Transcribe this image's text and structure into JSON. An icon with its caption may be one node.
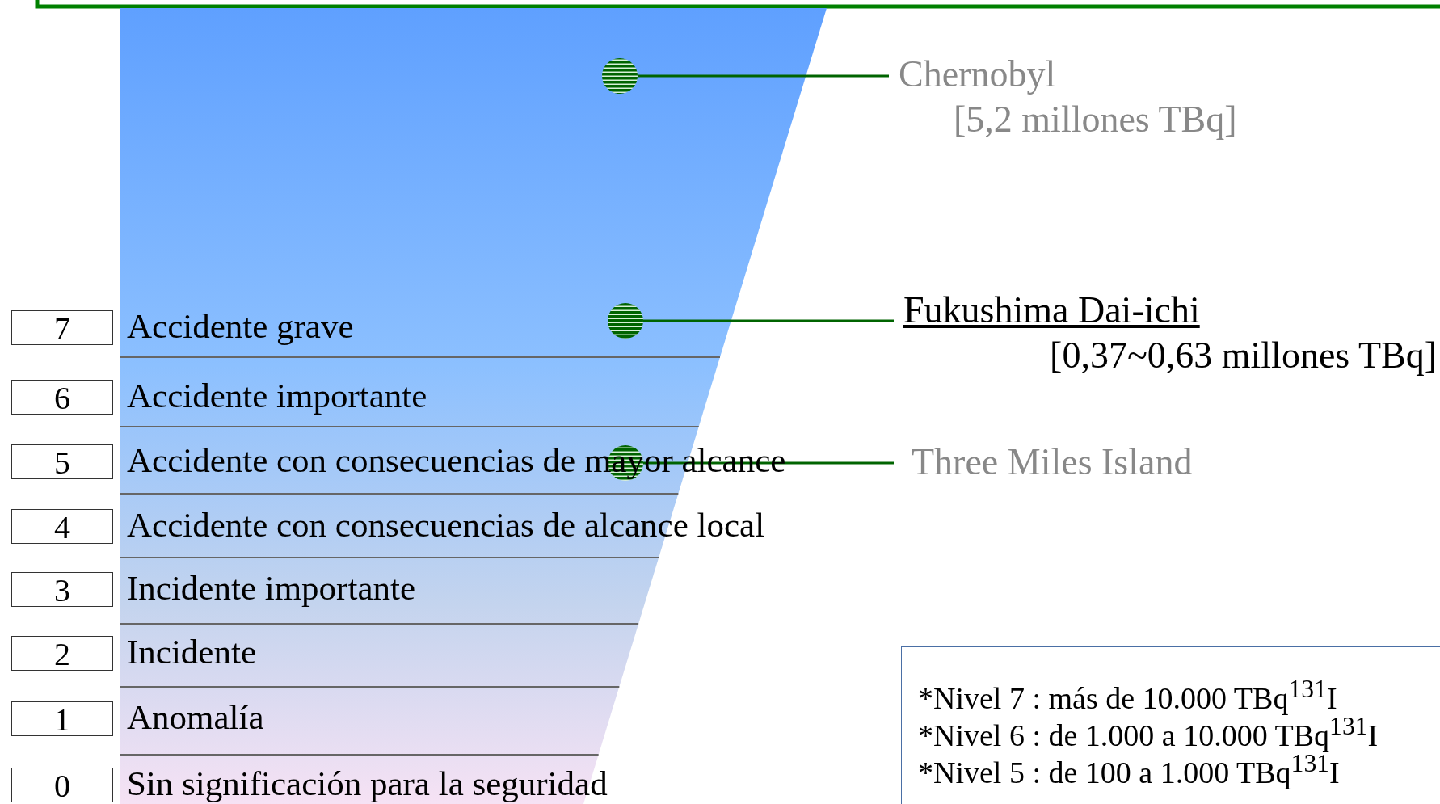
{
  "diagram": {
    "nodes": [
      {
        "text": [
          "7"
        ],
        "beside": [
          "Accidente grave"
        ]
      },
      {
        "text": [
          "6"
        ],
        "beside": [
          "Accidente importante"
        ]
      },
      {
        "text": [
          "5"
        ],
        "beside": [
          "Accidente con consecuencias de mayor alcance"
        ]
      },
      {
        "text": [
          "4"
        ],
        "beside": [
          "Accidente con consecuencias de alcance local"
        ]
      },
      {
        "text": [
          "3"
        ],
        "beside": [
          "Incidente importante"
        ]
      },
      {
        "text": [
          "2"
        ],
        "beside": [
          "Incidente"
        ]
      },
      {
        "text": [
          "1"
        ],
        "beside": [
          "Anomalía"
        ]
      },
      {
        "text": [
          "0"
        ],
        "beside": [
          "Sin significación para la seguridad"
        ]
      },
      {
        "text": [],
        "shape": "circle"
      },
      {
        "text": [],
        "shape": "circle"
      },
      {
        "text": [],
        "shape": "circle"
      },
      {
        "text": [
          "Chernobyl",
          "[5,2 millones TBq]"
        ]
      },
      {
        "text": [
          "Fukushima Dai-ichi",
          "[0,37~0,63 millones TBq]"
        ]
      },
      {
        "text": [
          "Three Miles Island"
        ]
      },
      {
        "text": [
          "*Nivel 7 : más de 10.000 TBq$^{131}$I",
          "*Nivel 6 : de 1.000 a 10.000 TBq$^{131}$I",
          "*Nivel 5 : de 100 a 1.000 TBq$^{131}$I"
        ]
      }
    ],
    "edges": [
      {
        "from": 8,
        "to": 11,
        "arrow": "none"
      },
      {
        "from": 9,
        "to": 12,
        "arrow": "none"
      },
      {
        "from": 10,
        "to": 13,
        "arrow": "none"
      }
    ]
  }
}
